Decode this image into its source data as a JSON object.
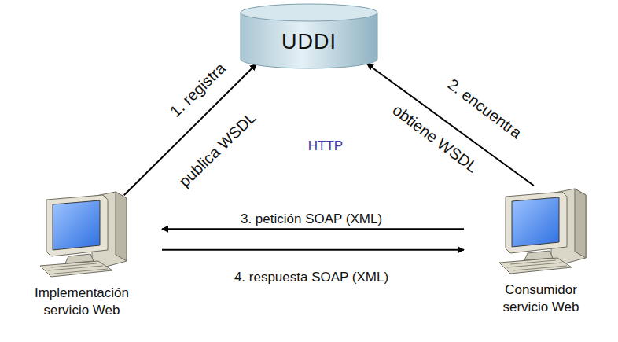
{
  "diagram": {
    "nodes": [
      {
        "text": [
          "UDDI"
        ]
      },
      {
        "text": [
          "Implementación servicio Web"
        ]
      },
      {
        "text": [
          "Consumidor servicio Web"
        ]
      }
    ],
    "edges": [
      {
        "from": 1,
        "to": 0,
        "label": "1. registra",
        "arrow": "to"
      },
      {
        "from": 2,
        "to": 0,
        "label": "2. encuentra",
        "arrow": "to"
      },
      {
        "from": 2,
        "to": 1,
        "label": "3. petición SOAP (XML)",
        "arrow": "to"
      },
      {
        "from": 1,
        "to": 2,
        "label": "4. respuesta SOAP (XML)",
        "arrow": "to"
      }
    ],
    "labels": [
      "publica WSDL",
      "obtiene WSDL",
      "HTTP"
    ]
  }
}
